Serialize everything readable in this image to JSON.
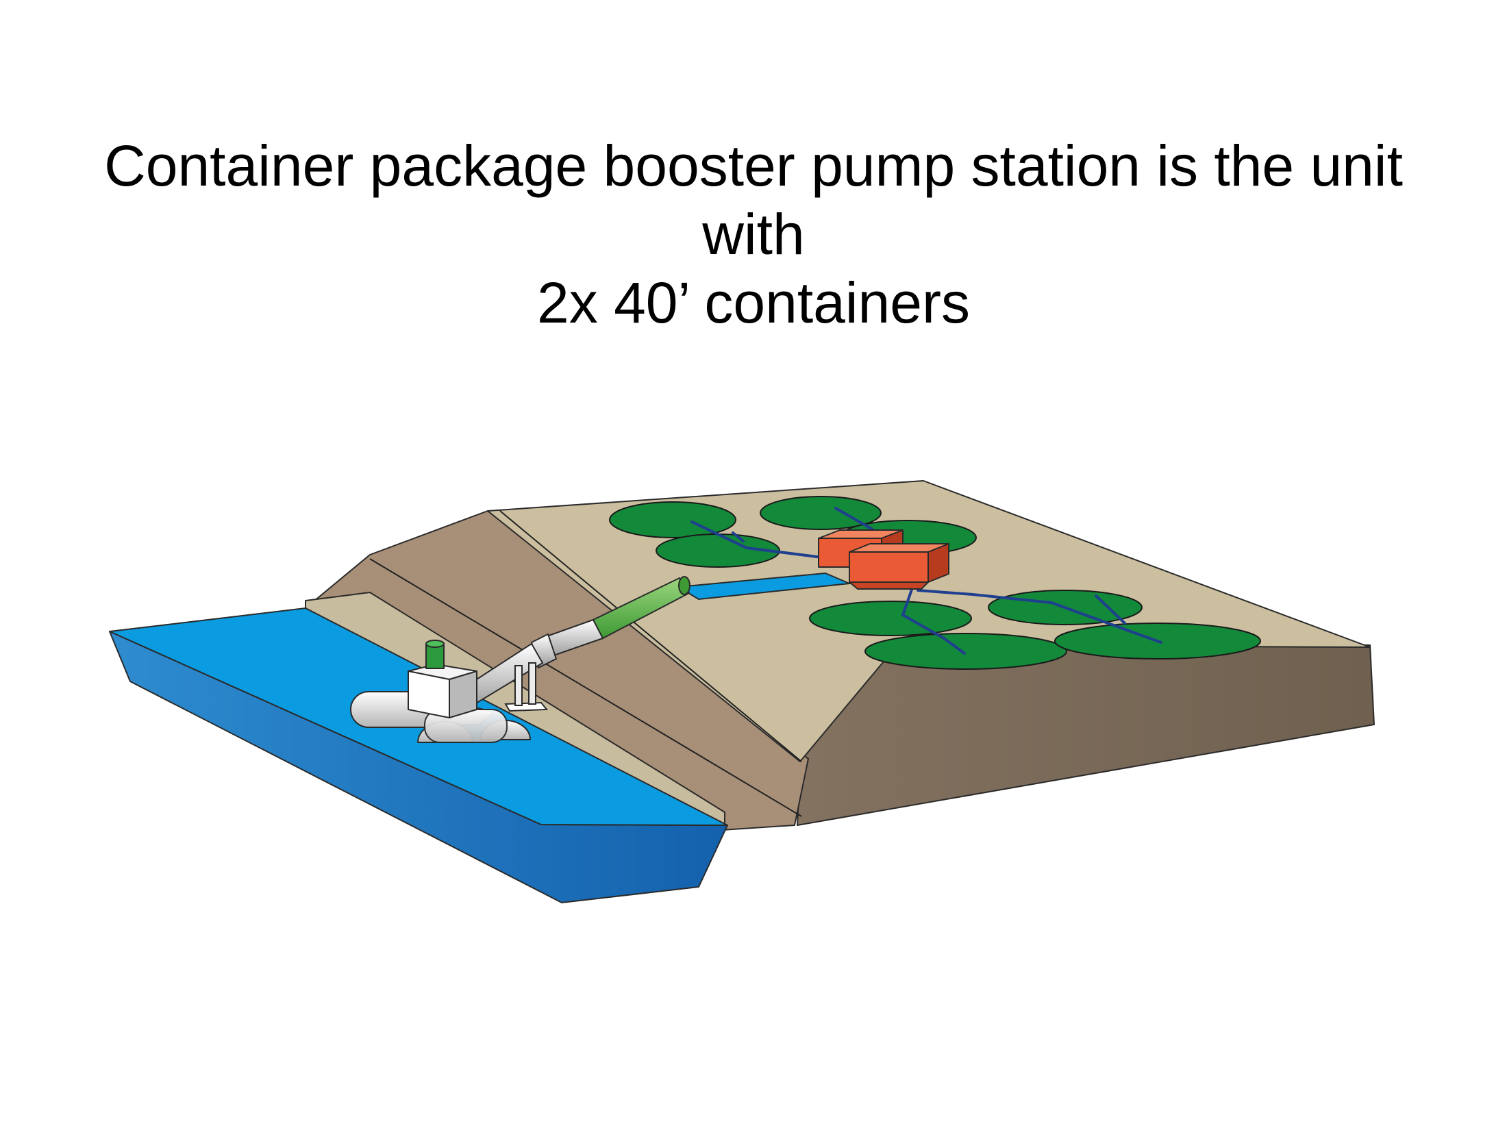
{
  "title": {
    "line1": "Container package booster pump station is the unit",
    "line2": "with",
    "line3": "2x 40’ containers"
  },
  "colors": {
    "water_top": "#0a9be0",
    "water_side": "#1a74bf",
    "land_top": "#cbbfa0",
    "embankment": "#a89078",
    "land_side": "#7b6a58",
    "field_green": "#13893a",
    "pipe_green": "#5fb14a",
    "container_orange": "#ea5a35",
    "network_line": "#1f3f8f"
  }
}
